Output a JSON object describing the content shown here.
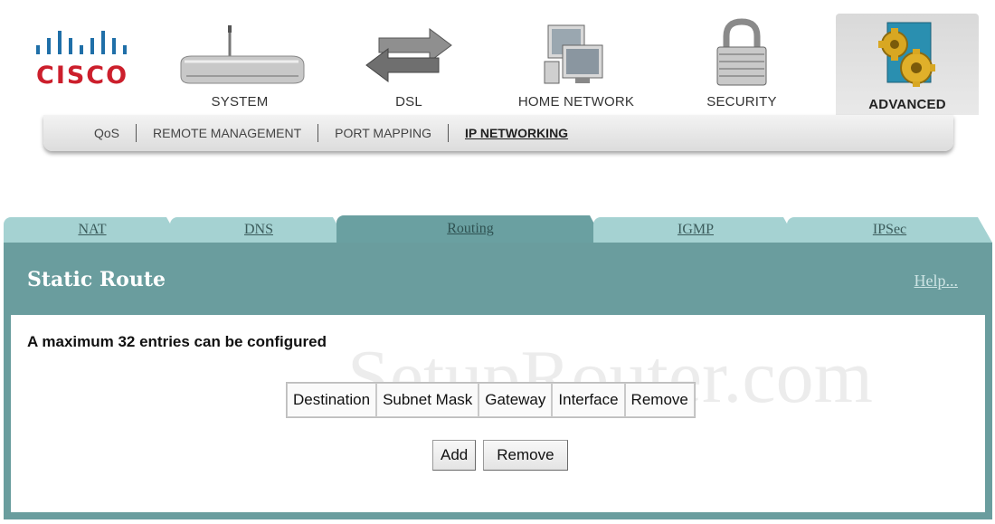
{
  "brand": {
    "wordmark": "CISCO"
  },
  "top_nav": [
    {
      "label": "SYSTEM",
      "icon": "router-icon",
      "active": false
    },
    {
      "label": "DSL",
      "icon": "arrows-icon",
      "active": false
    },
    {
      "label": "HOME NETWORK",
      "icon": "computers-icon",
      "active": false
    },
    {
      "label": "SECURITY",
      "icon": "padlock-icon",
      "active": false
    },
    {
      "label": "ADVANCED",
      "icon": "gears-icon",
      "active": true
    }
  ],
  "sub_nav": [
    {
      "label": "QoS",
      "active": false
    },
    {
      "label": "REMOTE MANAGEMENT",
      "active": false
    },
    {
      "label": "PORT MAPPING",
      "active": false
    },
    {
      "label": "IP NETWORKING",
      "active": true
    }
  ],
  "tabs": [
    {
      "label": "NAT",
      "active": false
    },
    {
      "label": "DNS",
      "active": false
    },
    {
      "label": "Routing",
      "active": true
    },
    {
      "label": "IGMP",
      "active": false
    },
    {
      "label": "IPSec",
      "active": false
    }
  ],
  "panel": {
    "title": "Static Route",
    "help": "Help...",
    "notice": "A maximum 32 entries can be configured",
    "watermark": "SetupRouter.com"
  },
  "route_table": {
    "columns": [
      "Destination",
      "Subnet Mask",
      "Gateway",
      "Interface",
      "Remove"
    ]
  },
  "buttons": {
    "add": "Add",
    "remove": "Remove"
  },
  "colors": {
    "brand_red": "#cc1f2c",
    "panel_teal": "#6a9d9e",
    "tab_inactive": "#a5d2d2",
    "tab_active": "#6aa0a1"
  }
}
